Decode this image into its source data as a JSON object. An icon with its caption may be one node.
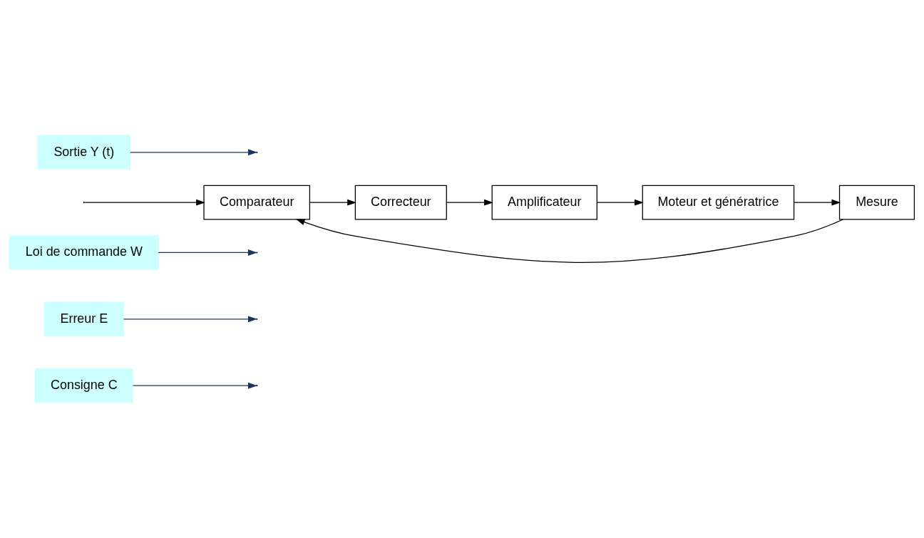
{
  "diagram": {
    "nodes": [
      {
        "text": [
          "Consigne C"
        ]
      },
      {
        "text": [
          "Erreur E"
        ]
      },
      {
        "text": [
          "Loi de commande W"
        ]
      },
      {
        "text": [
          "Comparateur"
        ]
      },
      {
        "text": [
          "Correcteur"
        ]
      },
      {
        "text": [
          "Amplificateur"
        ]
      },
      {
        "text": [
          "Moteur et génératrice"
        ]
      },
      {
        "text": [
          "Mesure"
        ]
      },
      {
        "text": [
          "Sortie Y (t)"
        ]
      }
    ],
    "edges": [
      {
        "from": null,
        "to": 3,
        "arrow": "to"
      },
      {
        "from": 3,
        "to": 4,
        "arrow": "to"
      },
      {
        "from": 4,
        "to": 5,
        "arrow": "to"
      },
      {
        "from": 5,
        "to": 6,
        "arrow": "to"
      },
      {
        "from": 6,
        "to": 7,
        "arrow": "to"
      },
      {
        "from": 7,
        "to": 3,
        "arrow": "to"
      },
      {
        "from": 0,
        "to": null,
        "arrow": "to",
        "color": "#17375e"
      },
      {
        "from": 1,
        "to": null,
        "arrow": "to",
        "color": "#17375e"
      },
      {
        "from": 2,
        "to": null,
        "arrow": "to",
        "color": "#17375e"
      },
      {
        "from": 8,
        "to": null,
        "arrow": "to",
        "color": "#17375e"
      }
    ]
  }
}
